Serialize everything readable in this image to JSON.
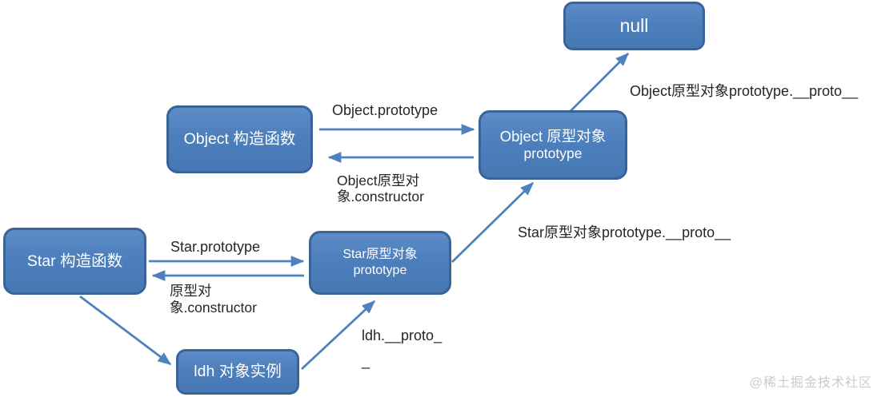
{
  "diagram": {
    "nodes": {
      "null_box": {
        "label": "null"
      },
      "object_constructor": {
        "label": "Object 构造函数"
      },
      "object_prototype": {
        "line1": "Object 原型对象",
        "line2": "prototype"
      },
      "star_constructor": {
        "label": "Star 构造函数"
      },
      "star_prototype": {
        "line1": "Star原型对象",
        "line2": "prototype"
      },
      "ldh_instance": {
        "label": "ldh 对象实例"
      }
    },
    "labels": {
      "object_prototype_edge": "Object.prototype",
      "object_constructor_edge": {
        "line1": "Object原型对",
        "line2": "象.constructor"
      },
      "object_proto_chain": "Object原型对象prototype.__proto__",
      "star_prototype_edge": "Star.prototype",
      "star_constructor_edge": {
        "line1": "原型对",
        "line2": "象.constructor"
      },
      "star_proto_chain": "Star原型对象prototype.__proto__",
      "ldh_proto": {
        "line1": "ldh.__proto_",
        "line2": "_"
      }
    },
    "colors": {
      "node_fill": "#4f81bd",
      "node_border": "#3a6398",
      "node_text": "#ffffff",
      "arrow": "#4e81bd",
      "label_text": "#262626",
      "watermark_text": "#cbcbcb",
      "background": "#ffffff"
    },
    "watermark": "@稀土掘金技术社区"
  }
}
